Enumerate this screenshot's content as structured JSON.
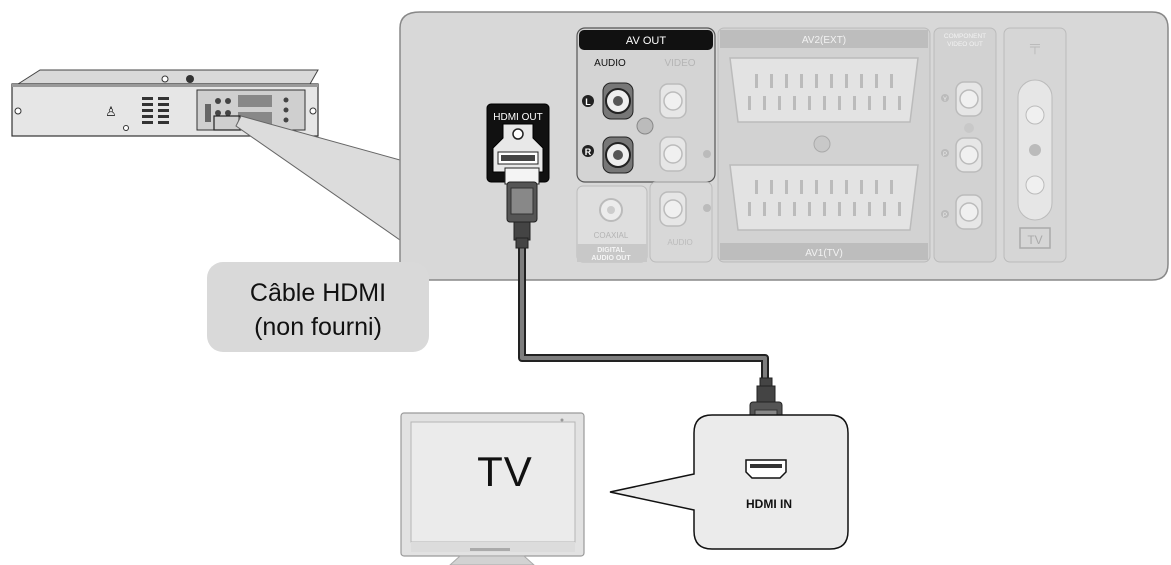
{
  "labels": {
    "av_out": "AV OUT",
    "audio": "AUDIO",
    "video": "VIDEO",
    "hdmi_out": "HDMI OUT",
    "av2": "AV2(EXT)",
    "av1": "AV1(TV)",
    "component_line1": "COMPONENT",
    "component_line2": "VIDEO OUT",
    "coaxial": "COAXIAL",
    "digital_line1": "DIGITAL",
    "digital_line2": "AUDIO OUT",
    "audio_bottom": "AUDIO",
    "tv_badge": "TV",
    "left_channel": "L",
    "right_channel": "R",
    "comp_y": "Y",
    "comp_pb": "P",
    "comp_pr": "P"
  },
  "cable_callout": {
    "line1": "Câble HDMI",
    "line2": "(non fourni)"
  },
  "tv": {
    "label": "TV",
    "hdmi_in": "HDMI IN"
  }
}
